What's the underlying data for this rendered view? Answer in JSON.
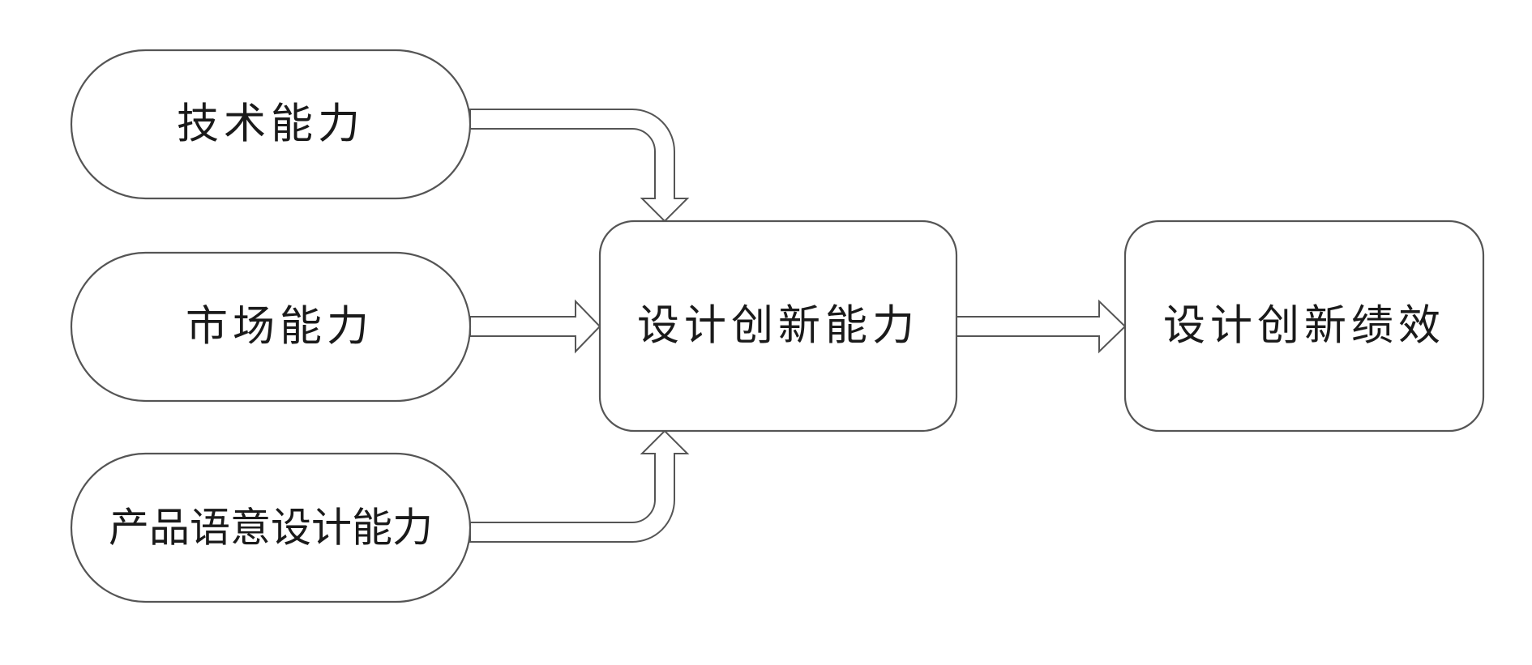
{
  "diagram": {
    "nodes": {
      "technical": {
        "label": "技术能力"
      },
      "market": {
        "label": "市场能力"
      },
      "semantic": {
        "label": "产品语意设计能力"
      },
      "innovation_capability": {
        "label": "设计创新能力"
      },
      "innovation_performance": {
        "label": "设计创新绩效"
      }
    },
    "edges": [
      {
        "from": "技术能力",
        "to": "设计创新能力",
        "style": "hollow-arrow"
      },
      {
        "from": "市场能力",
        "to": "设计创新能力",
        "style": "hollow-arrow"
      },
      {
        "from": "产品语意设计能力",
        "to": "设计创新能力",
        "style": "hollow-arrow"
      },
      {
        "from": "设计创新能力",
        "to": "设计创新绩效",
        "style": "hollow-arrow"
      }
    ],
    "colors": {
      "stroke": "#555555",
      "fill": "#ffffff",
      "text": "#1a1a1a"
    }
  }
}
